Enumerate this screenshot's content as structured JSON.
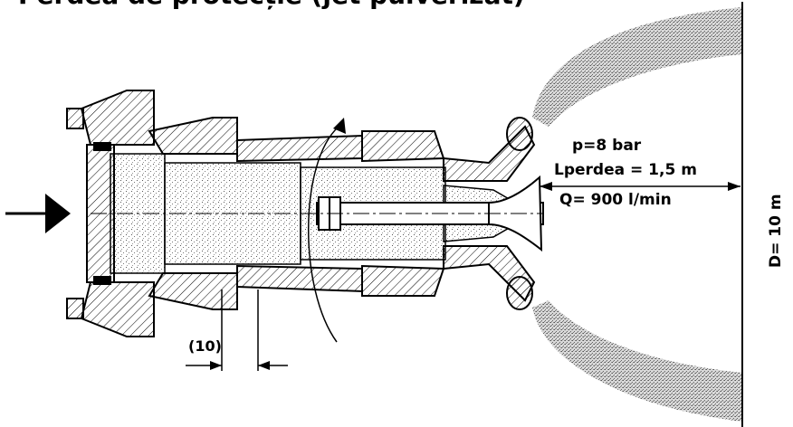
{
  "title": "Perdea de protecție (jet pulverizat)",
  "annotations": {
    "pressure": "p=8 bar",
    "curtain_length": "Lperdea = 1,5 m",
    "flow": "Q= 900 l/min",
    "diameter": "D= 10 m",
    "dimension": "(10)"
  },
  "colors": {
    "ink": "#000000",
    "background": "#ffffff",
    "spray": "#9a9a9a"
  }
}
